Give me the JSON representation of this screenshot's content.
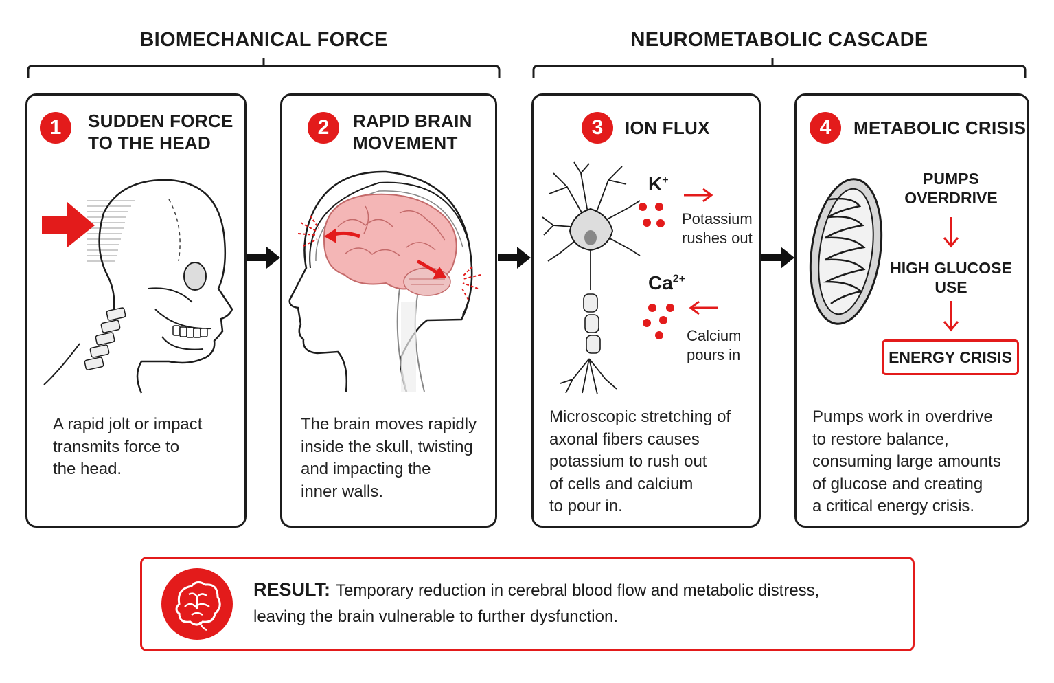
{
  "sections": {
    "biomechanical": "BIOMECHANICAL FORCE",
    "neurometabolic": "NEUROMETABOLIC CASCADE"
  },
  "steps": [
    {
      "number": "1",
      "title_line1": "SUDDEN FORCE",
      "title_line2": "TO THE HEAD",
      "desc": [
        "A rapid jolt or impact",
        "transmits force to",
        "the head."
      ]
    },
    {
      "number": "2",
      "title_line1": "RAPID BRAIN",
      "title_line2": "MOVEMENT",
      "desc": [
        "The brain moves rapidly",
        "inside the skull, twisting",
        "and impacting the",
        "inner walls."
      ]
    },
    {
      "number": "3",
      "title_line1": "ION FLUX",
      "ions": {
        "k_symbol": "K",
        "k_charge": "+",
        "k_label_line1": "Potassium",
        "k_label_line2": "rushes out",
        "ca_symbol": "Ca",
        "ca_charge": "2+",
        "ca_label_line1": "Calcium",
        "ca_label_line2": "pours in"
      },
      "desc": [
        "Microscopic stretching of",
        "axonal fibers causes",
        "potassium to rush out",
        "of cells and calcium",
        "to pour in."
      ]
    },
    {
      "number": "4",
      "title_line1": "METABOLIC CRISIS",
      "flow": {
        "a_line1": "PUMPS",
        "a_line2": "OVERDRIVE",
        "b_line1": "HIGH GLUCOSE",
        "b_line2": "USE",
        "c": "ENERGY CRISIS"
      },
      "desc": [
        "Pumps work in overdrive",
        "to restore balance,",
        "consuming large amounts",
        "of glucose and creating",
        "a critical energy crisis."
      ]
    }
  ],
  "result": {
    "label": "RESULT:",
    "line1": "Temporary reduction in cerebral blood flow and metabolic distress,",
    "line2": "leaving the brain vulnerable to further dysfunction."
  },
  "colors": {
    "accent": "#e31b1b",
    "ink": "#1c1c1c",
    "brain": "#f4b6b6"
  }
}
